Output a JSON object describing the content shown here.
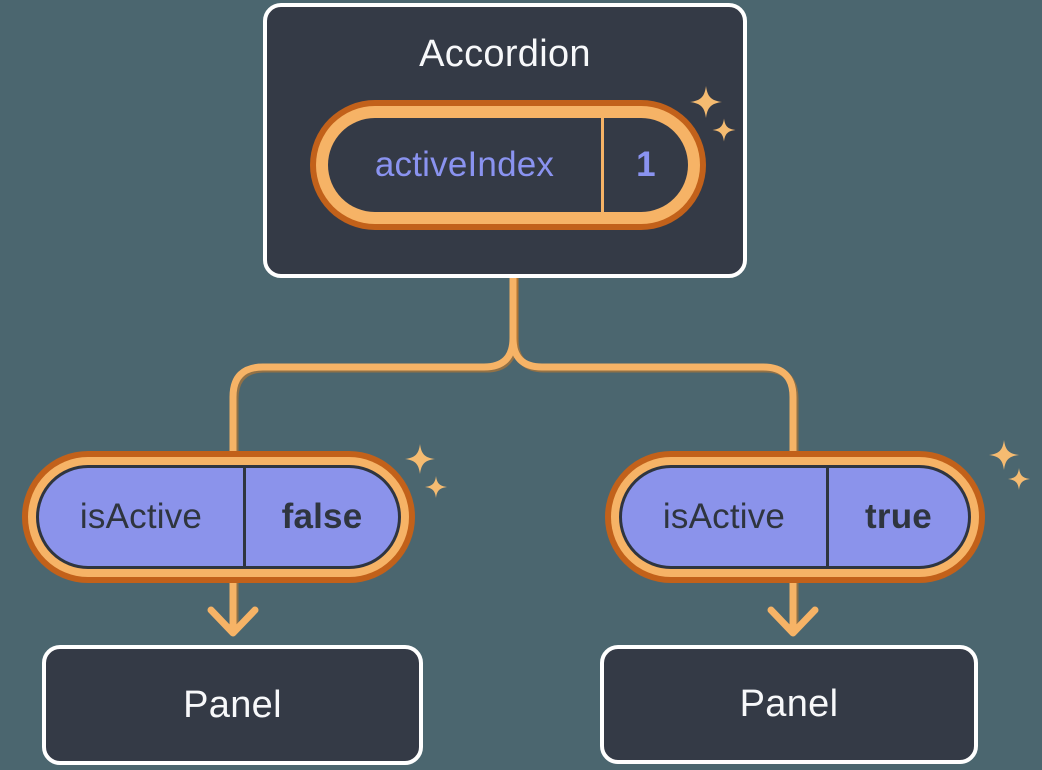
{
  "diagram": {
    "root": {
      "title": "Accordion",
      "state": {
        "label": "activeIndex",
        "value": "1"
      }
    },
    "children": [
      {
        "prop": {
          "label": "isActive",
          "value": "false"
        },
        "target": {
          "title": "Panel"
        }
      },
      {
        "prop": {
          "label": "isActive",
          "value": "true"
        },
        "target": {
          "title": "Panel"
        }
      }
    ]
  },
  "icons": {
    "decoration": "sparkles-icon"
  },
  "theme": {
    "bg": "#4B666F",
    "card": "#343A46",
    "card_border": "#FFFFFF",
    "text_light": "#F7F8FA",
    "periwinkle": "#8B93EB",
    "periwinkle_text": "#8A93F0",
    "ink_dark": "#2F353F",
    "orange_light": "#F6B366",
    "orange_dark": "#C2611A",
    "sparkle": "#F5BB71"
  }
}
